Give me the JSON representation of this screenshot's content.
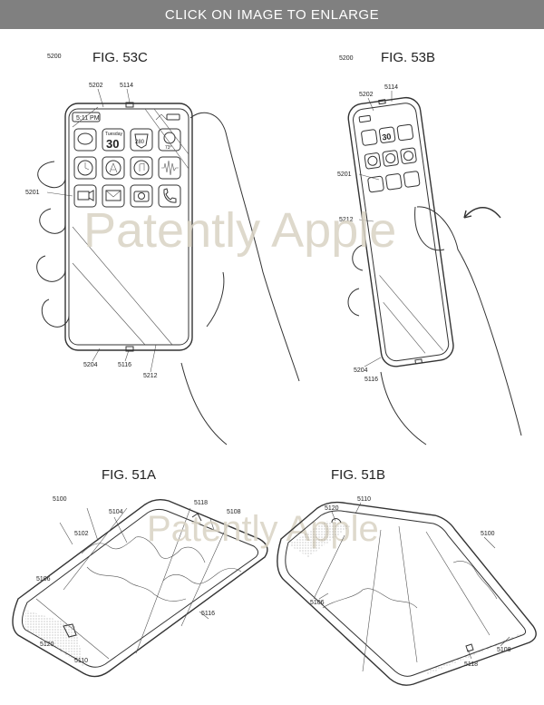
{
  "banner": {
    "label": "CLICK ON IMAGE TO ENLARGE"
  },
  "watermark": {
    "text": "Patently Apple"
  },
  "figures": {
    "fig53c": {
      "title": "FIG. 53C",
      "refs": {
        "r5200": "5200",
        "r5202": "5202",
        "r5114": "5114",
        "r5201": "5201",
        "r5204": "5204",
        "r5116": "5116",
        "r5212": "5212"
      },
      "status_time": "5:11 PM",
      "calendar_label": "Tuesday",
      "calendar_day": "30",
      "highway": "280",
      "temp": "73°"
    },
    "fig53b": {
      "title": "FIG. 53B",
      "refs": {
        "r5200": "5200",
        "r5202": "5202",
        "r5114": "5114",
        "r5201": "5201",
        "r5212": "5212",
        "r5204": "5204",
        "r5116": "5116"
      },
      "calendar_day": "30"
    },
    "fig51a": {
      "title": "FIG. 51A",
      "refs": {
        "r5100": "5100",
        "r5104": "5104",
        "r5118": "5118",
        "r5108": "5108",
        "r5102": "5102",
        "r5106": "5106",
        "r5116": "5116",
        "r5120": "5120",
        "r5110": "5110"
      }
    },
    "fig51b": {
      "title": "FIG. 51B",
      "refs": {
        "r5110": "5110",
        "r5120": "5120",
        "r5100": "5100",
        "r5106": "5106",
        "r5118": "5118",
        "r5108": "5108"
      }
    }
  }
}
